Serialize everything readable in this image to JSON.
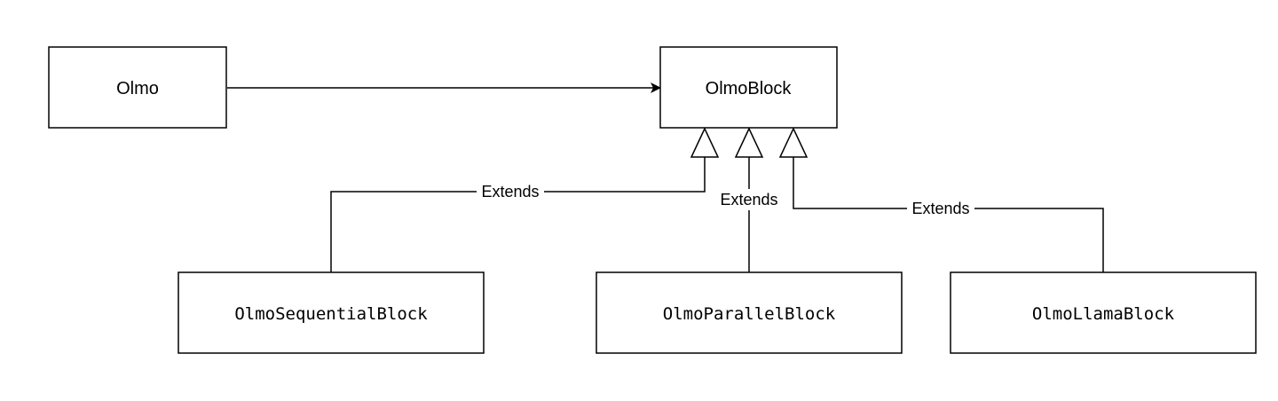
{
  "nodes": {
    "olmo": "Olmo",
    "olmo_block": "OlmoBlock",
    "sequential": "OlmoSequentialBlock",
    "parallel": "OlmoParallelBlock",
    "llama": "OlmoLlamaBlock"
  },
  "edges": {
    "sequential_extends": "Extends",
    "parallel_extends": "Extends",
    "llama_extends": "Extends"
  }
}
